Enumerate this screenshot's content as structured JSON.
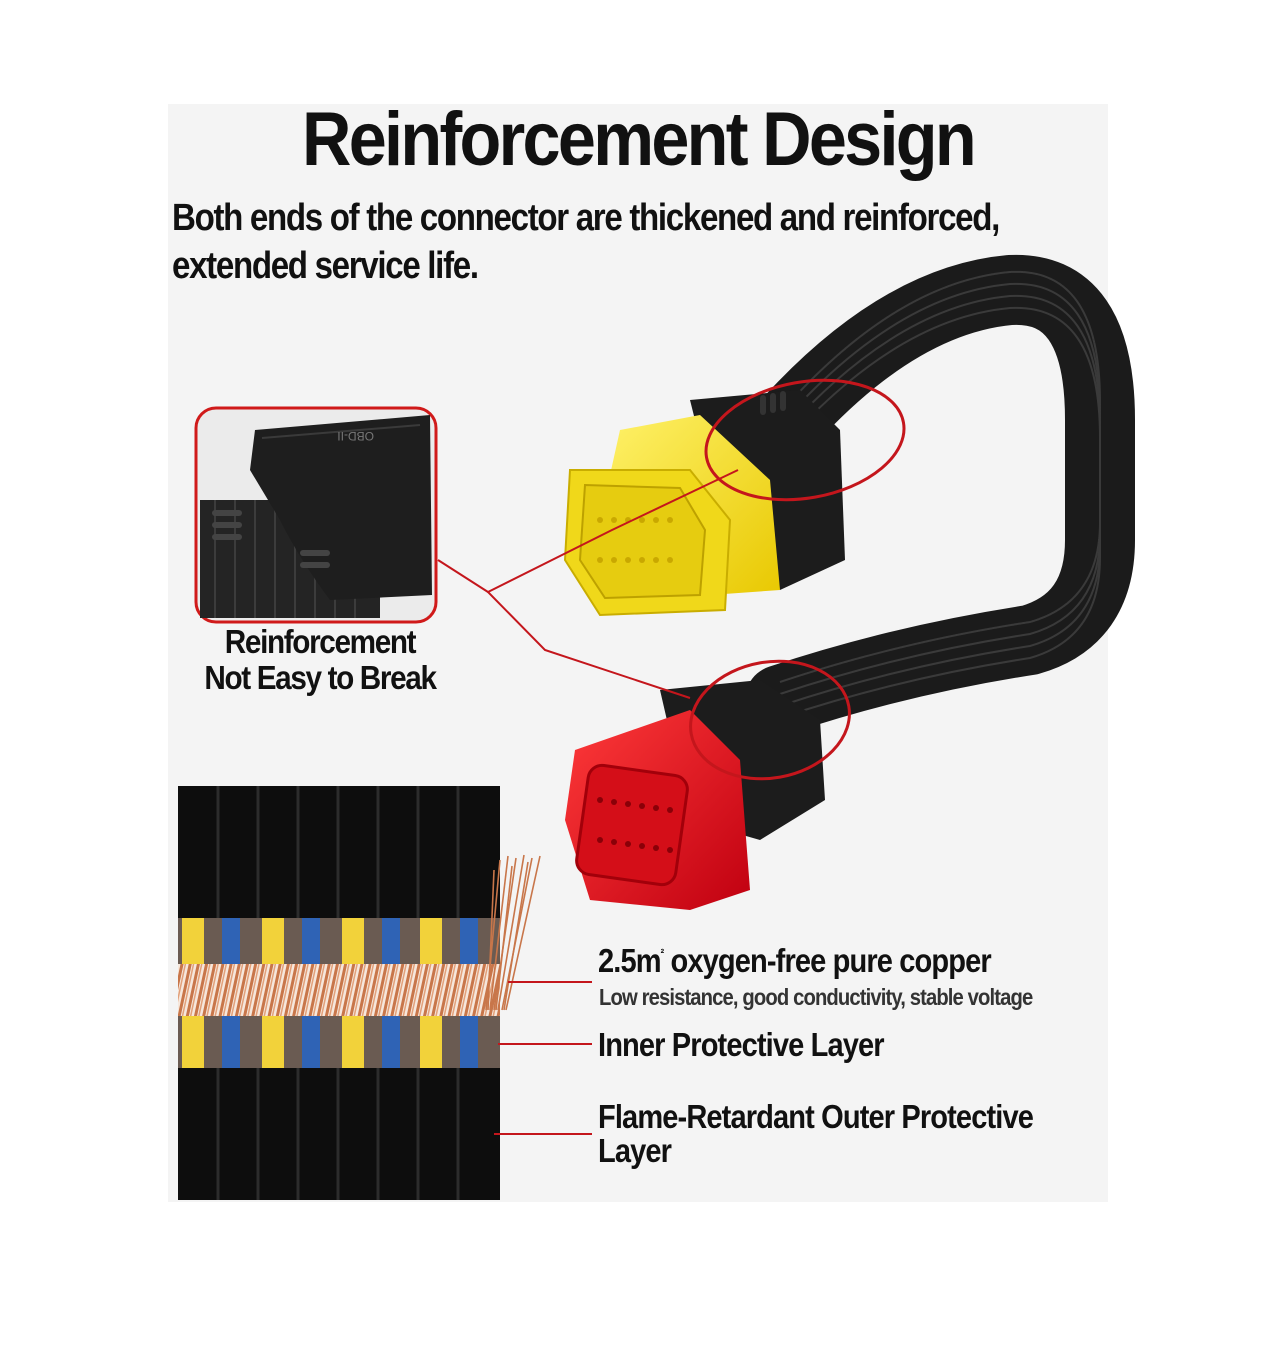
{
  "header": {
    "title": "Reinforcement Design",
    "subtitle": "Both ends of the connector are thickened and reinforced, extended service life."
  },
  "inset": {
    "caption_line1": "Reinforcement",
    "caption_line2": "Not Easy to Break",
    "connector_mark": "OBD-II"
  },
  "layers": {
    "copper_title": "oxygen-free pure copper",
    "copper_size": "2.5m",
    "copper_unit_sup": "²",
    "copper_desc": "Low resistance, good conductivity, stable voltage",
    "inner": "Inner Protective Layer",
    "outer": "Flame-Retardant Outer Protective Layer"
  },
  "colors": {
    "highlight_red": "#c4161c",
    "male_connector_yellow": "#f5e02a",
    "female_connector_red": "#e3141b",
    "cable_black": "#1c1c1c",
    "wire_yellow": "#f2d23a",
    "wire_blue": "#2f63b5",
    "copper": "#c8764a"
  }
}
